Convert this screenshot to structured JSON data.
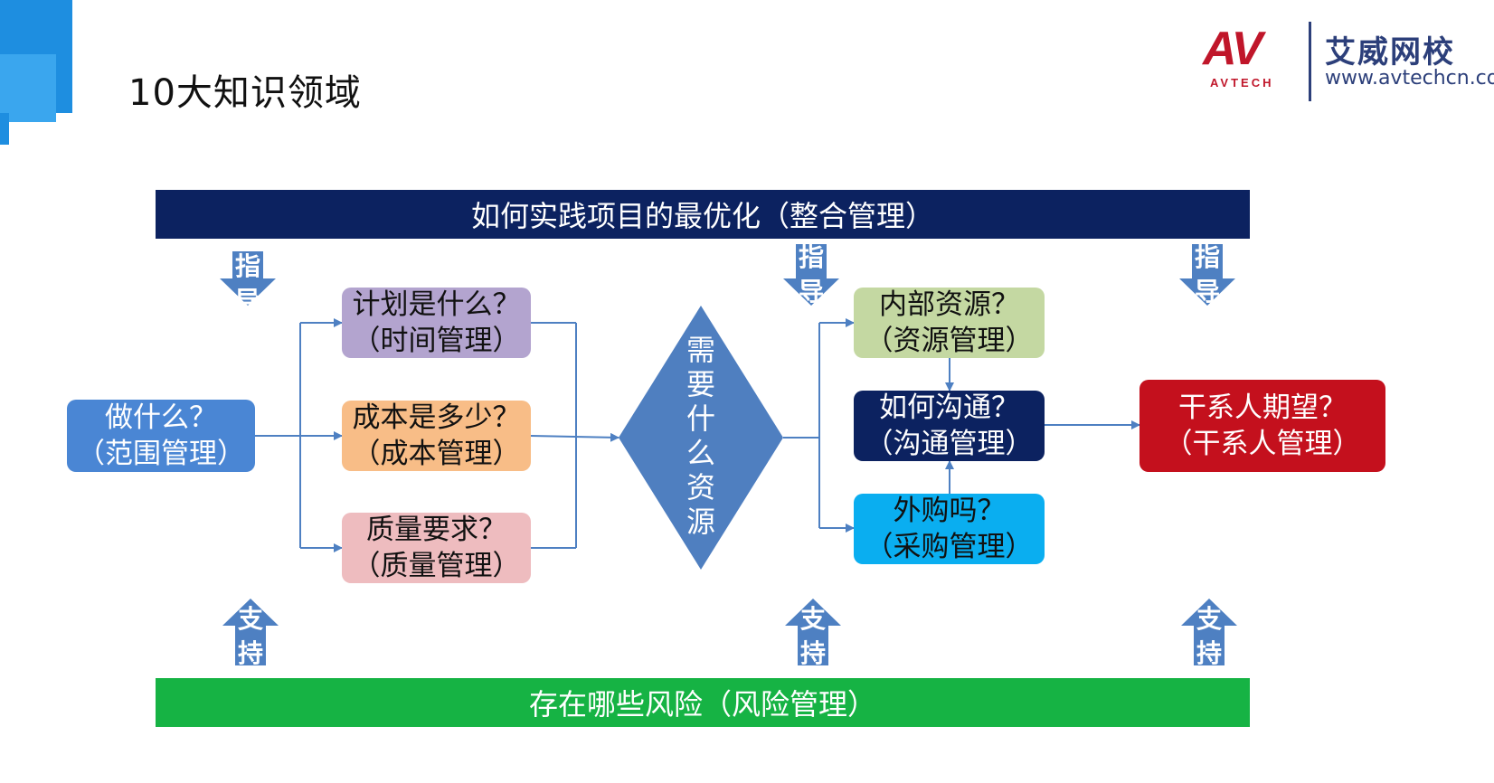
{
  "title": "10大知识领域",
  "logo": {
    "mark": "AV",
    "wordmark": "AVTECH",
    "name_cn": "艾威网校",
    "url": "www.avtechcn.com"
  },
  "top_bar": "如何实践项目的最优化（整合管理）",
  "bottom_bar": "存在哪些风险（风险管理）",
  "scope_box": [
    "做什么？",
    "（范围管理）"
  ],
  "time_box": [
    "计划是什么？",
    "（时间管理）"
  ],
  "cost_box": [
    "成本是多少？",
    "（成本管理）"
  ],
  "quality_box": [
    "质量要求？",
    "（质量管理）"
  ],
  "diamond": [
    "需",
    "要",
    "什",
    "么",
    "资",
    "源"
  ],
  "resource_box": [
    "内部资源？",
    "（资源管理）"
  ],
  "comm_box": [
    "如何沟通？",
    "（沟通管理）"
  ],
  "procure_box": [
    "外购吗？",
    "（采购管理）"
  ],
  "stakeholder_box": [
    "干系人期望？",
    "（干系人管理）"
  ],
  "guide_label": [
    "指",
    "导"
  ],
  "support_label": [
    "支",
    "持"
  ],
  "colors": {
    "top_bar": "#0c2260",
    "bottom_bar": "#16b344",
    "scope": "#4a86d4",
    "time": "#b3a4cf",
    "cost": "#f8bd87",
    "quality": "#eebcbf",
    "diamond": "#4f7fc0",
    "resource": "#c4d8a2",
    "comm": "#0c2260",
    "procure": "#0aaef0",
    "stakeholder": "#c4101d",
    "arrow": "#4e80c2"
  }
}
